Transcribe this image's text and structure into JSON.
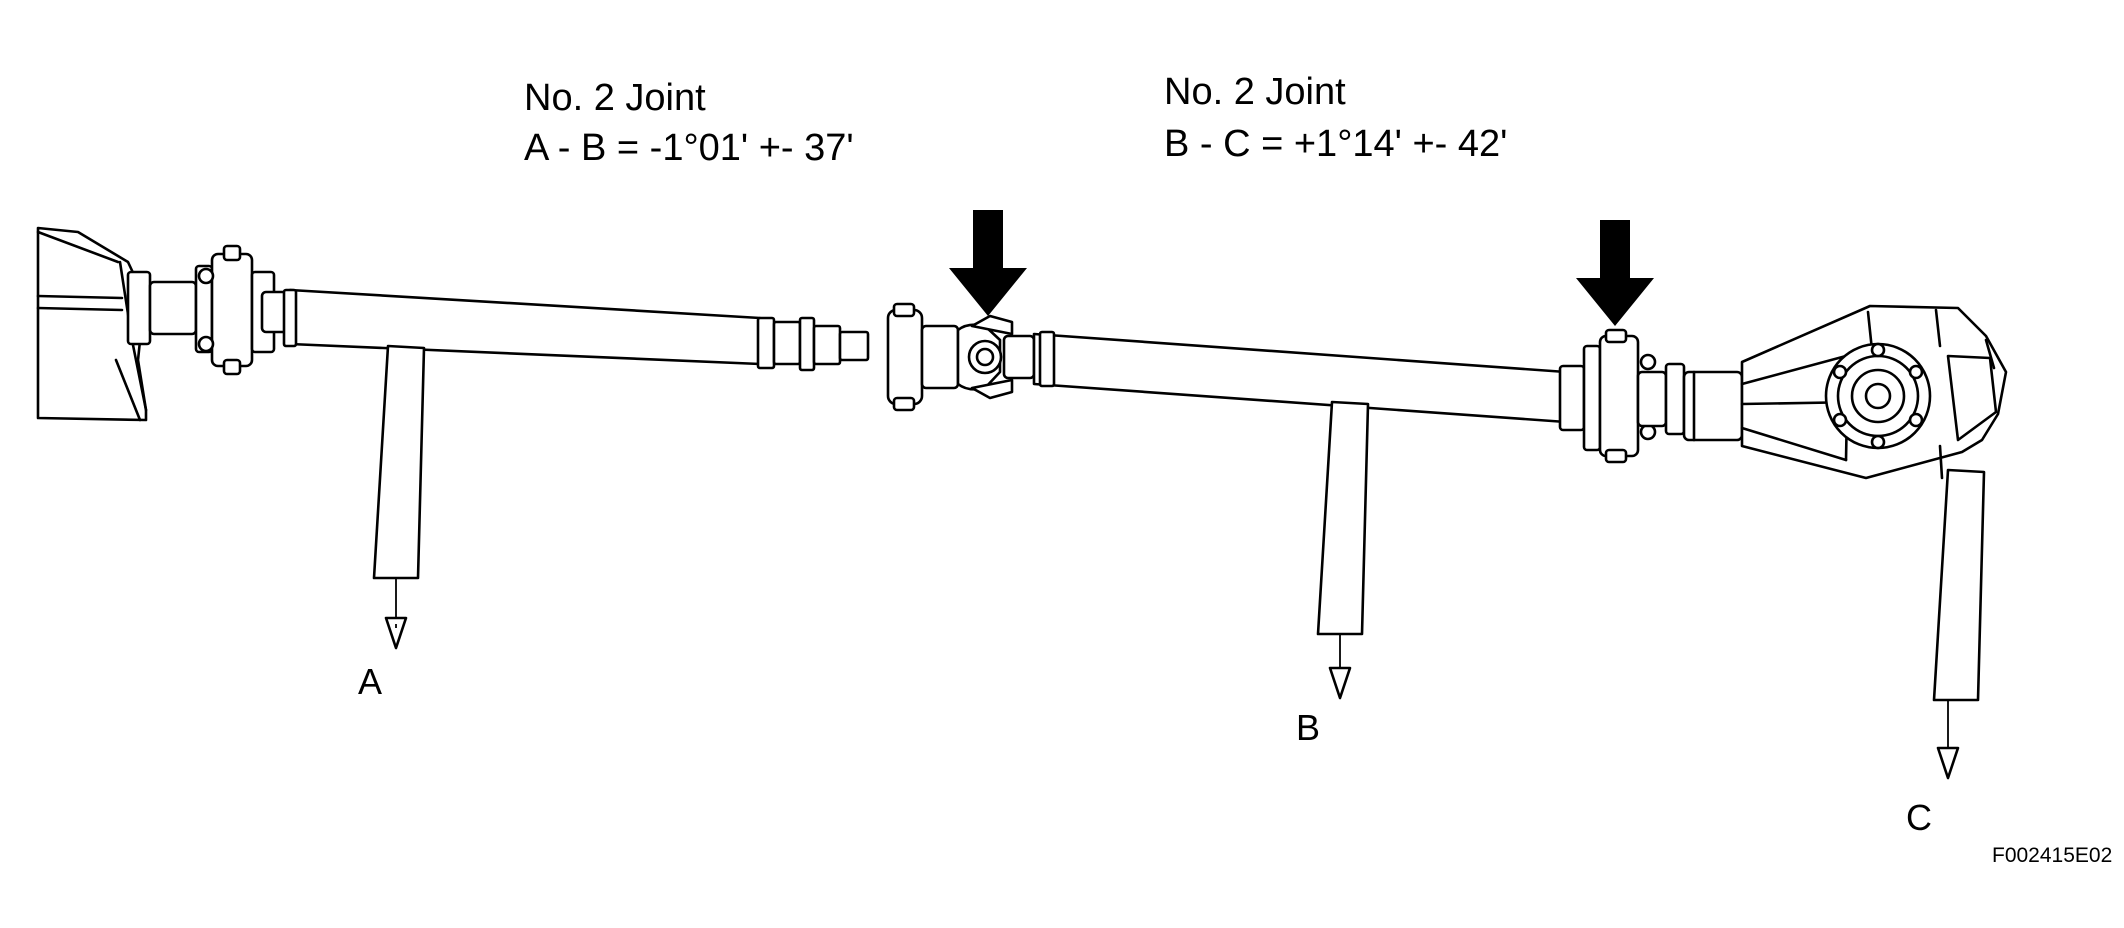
{
  "joint_labels": [
    {
      "title": "No. 2 Joint",
      "formula": "A - B = -1°01' +- 37'"
    },
    {
      "title": "No. 2 Joint",
      "formula": "B - C = +1°14' +- 42'"
    }
  ],
  "measure_points": [
    "A",
    "B",
    "C"
  ],
  "figure_id": "F002415E02",
  "icons": [
    "down-arrow-icon",
    "down-arrow-icon",
    "plumb-bob-icon"
  ],
  "colors": {
    "ink": "#000000",
    "paper": "#ffffff"
  }
}
